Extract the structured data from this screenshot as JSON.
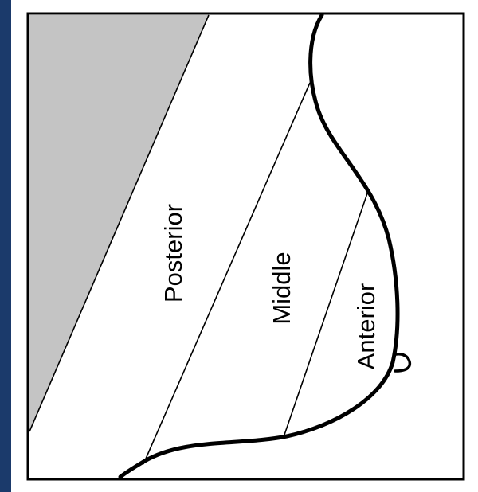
{
  "diagram": {
    "zones": [
      {
        "label": "Posterior"
      },
      {
        "label": "Middle"
      },
      {
        "label": "Anterior"
      }
    ],
    "colors": {
      "background": "#1b3a6b",
      "panel": "#ffffff",
      "shaded_region": "#c4c4c4",
      "line": "#000000"
    }
  }
}
